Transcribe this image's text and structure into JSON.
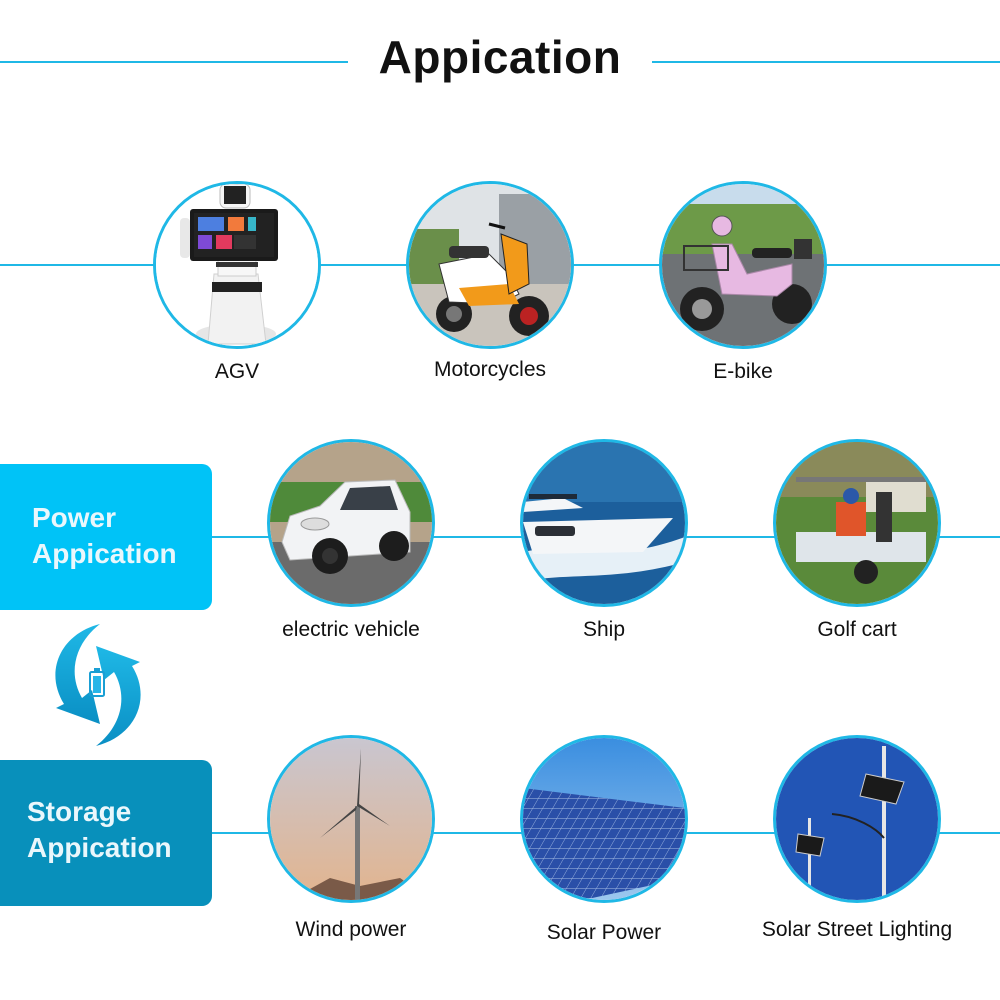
{
  "header": {
    "title": "Appication"
  },
  "colors": {
    "line": "#1fb8e6",
    "power_box": "#00c3f7",
    "storage_box": "#0890bb",
    "text": "#111111"
  },
  "side_boxes": {
    "power": {
      "line1": "Power",
      "line2": "Appication"
    },
    "storage": {
      "line1": "Storage",
      "line2": "Appication"
    },
    "cycle_icon": "battery-sync-icon"
  },
  "rows": [
    {
      "items": [
        {
          "label": "AGV",
          "icon": "robot-icon"
        },
        {
          "label": "Motorcycles",
          "icon": "scooter-icon"
        },
        {
          "label": "E-bike",
          "icon": "ebike-icon"
        }
      ]
    },
    {
      "items": [
        {
          "label": "electric vehicle",
          "icon": "car-icon"
        },
        {
          "label": "Ship",
          "icon": "yacht-icon"
        },
        {
          "label": "Golf cart",
          "icon": "golf-cart-icon"
        }
      ]
    },
    {
      "items": [
        {
          "label": "Wind power",
          "icon": "wind-turbine-icon"
        },
        {
          "label": "Solar Power",
          "icon": "solar-panel-icon"
        },
        {
          "label": "Solar Street Lighting",
          "icon": "street-light-icon"
        }
      ]
    }
  ]
}
